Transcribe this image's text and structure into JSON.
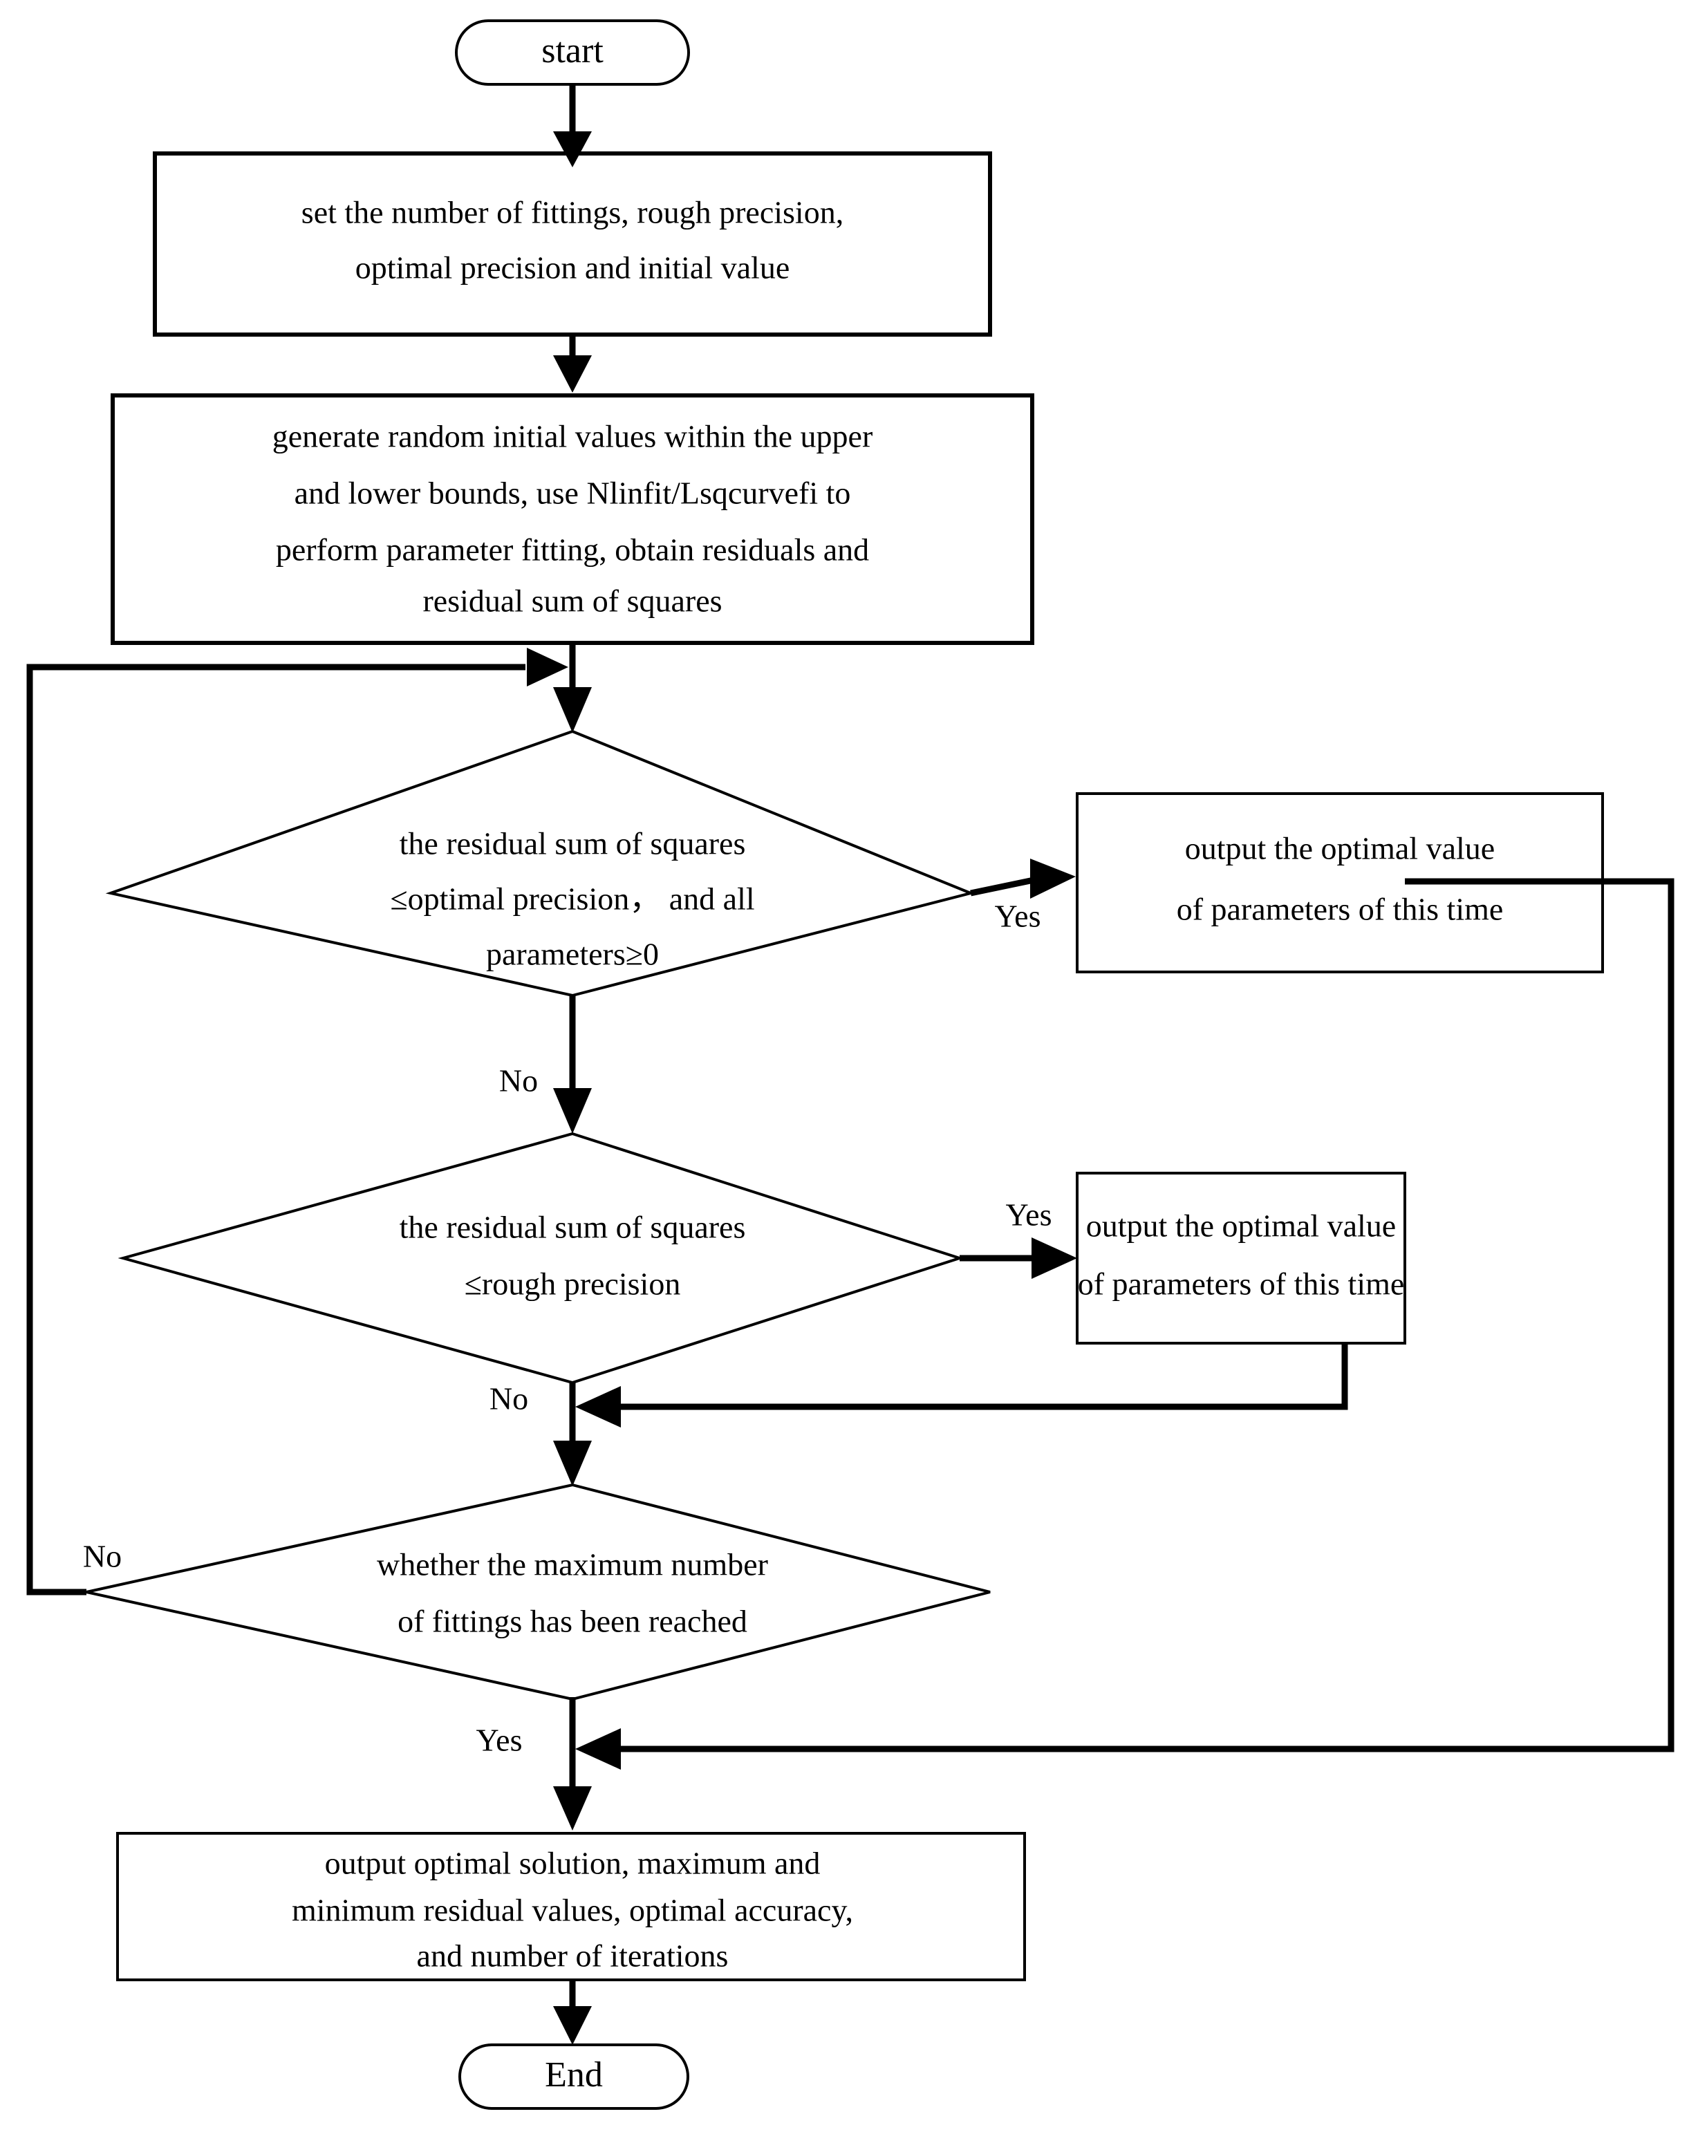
{
  "diagram": {
    "type": "flowchart",
    "title": "Parameter fitting iteration flowchart",
    "orientation": "top-to-bottom",
    "background_color": "#ffffff",
    "line_color": "#000000",
    "fill_color": "#ffffff"
  },
  "nodes": {
    "start": {
      "shape": "terminator",
      "label": "start"
    },
    "set_params": {
      "shape": "process",
      "line1": "set the number of fittings, rough precision,",
      "line2": "optimal precision and initial value"
    },
    "generate_fit": {
      "shape": "process",
      "line1": "generate random initial values within the upper",
      "line2": "and lower bounds, use Nlinfit/Lsqcurvefi to",
      "line3": "perform parameter fitting, obtain residuals and",
      "line4": "residual sum of squares"
    },
    "decision_optimal": {
      "shape": "decision",
      "line1": "the residual sum of squares",
      "line2": "≤optimal precision， and all",
      "line3": "parameters≥0"
    },
    "output_optimal_1": {
      "shape": "process",
      "line1": "output the optimal value",
      "line2": "of parameters of this time"
    },
    "decision_rough": {
      "shape": "decision",
      "line1": "the residual sum of squares",
      "line2": "≤rough precision"
    },
    "output_optimal_2": {
      "shape": "process",
      "line1": "output the optimal value",
      "line2": "of parameters of this time"
    },
    "decision_max_fittings": {
      "shape": "decision",
      "line1": "whether the maximum number",
      "line2": "of fittings has been reached"
    },
    "output_final": {
      "shape": "process",
      "line1": "output optimal solution, maximum and",
      "line2": "minimum residual values, optimal accuracy,",
      "line3": "and number of iterations"
    },
    "end": {
      "shape": "terminator",
      "label": "End"
    }
  },
  "edge_labels": {
    "optimal_yes": "Yes",
    "optimal_no": "No",
    "rough_yes": "Yes",
    "rough_no": "No",
    "max_no": "No",
    "max_yes": "Yes"
  }
}
